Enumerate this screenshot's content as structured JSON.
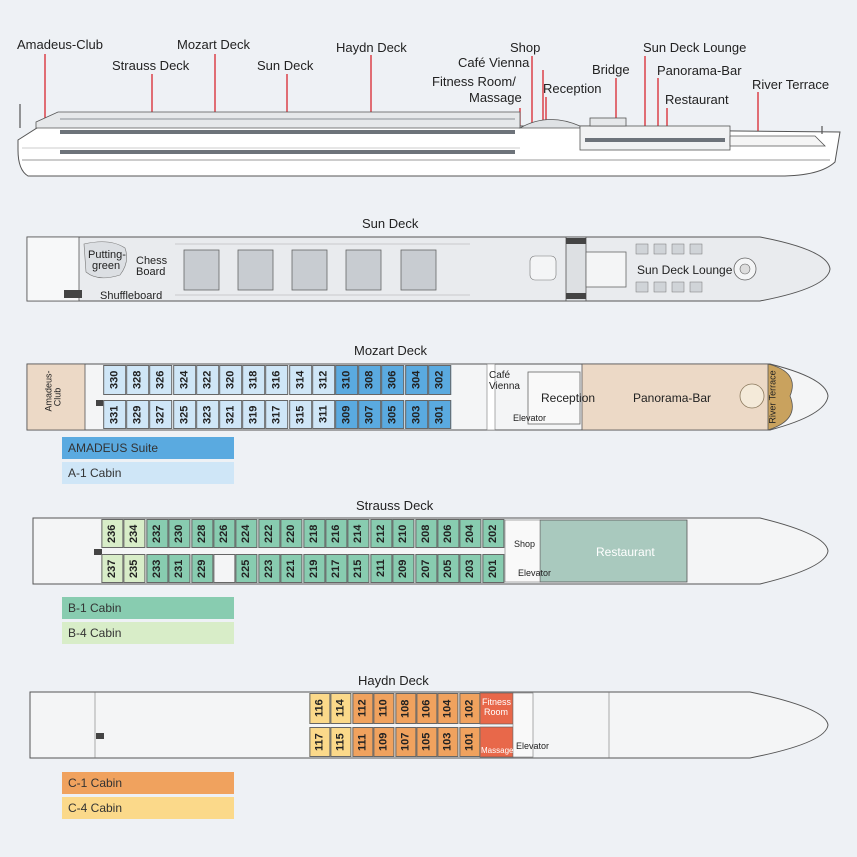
{
  "profile_labels": {
    "amadeus_club": "Amadeus-Club",
    "strauss_deck": "Strauss Deck",
    "mozart_deck": "Mozart Deck",
    "sun_deck": "Sun Deck",
    "haydn_deck": "Haydn Deck",
    "cafe_vienna": "Café Vienna",
    "shop": "Shop",
    "fitness_room_1": "Fitness Room/",
    "fitness_room_2": "Massage",
    "reception": "Reception",
    "bridge": "Bridge",
    "sun_deck_lounge": "Sun Deck Lounge",
    "panorama_bar": "Panorama-Bar",
    "restaurant": "Restaurant",
    "river_terrace": "River Terrace"
  },
  "sun_deck": {
    "title": "Sun Deck",
    "putting_1": "Putting-",
    "putting_2": "green",
    "chess_1": "Chess",
    "chess_2": "Board",
    "shuffleboard": "Shuffleboard",
    "lounge": "Sun Deck Lounge"
  },
  "mozart_deck": {
    "title": "Mozart Deck",
    "club_1": "Amadeus-",
    "club_2": "Club",
    "cafe_1": "Café",
    "cafe_2": "Vienna",
    "elevator": "Elevator",
    "reception": "Reception",
    "panorama_bar": "Panorama-Bar",
    "river_terrace": "River Terrace",
    "top_row": [
      "330",
      "328",
      "326",
      "324",
      "322",
      "320",
      "318",
      "316",
      "314",
      "312",
      "310",
      "308",
      "306",
      "304",
      "302"
    ],
    "bottom_row": [
      "331",
      "329",
      "327",
      "325",
      "323",
      "321",
      "319",
      "317",
      "315",
      "311",
      "309",
      "307",
      "305",
      "303",
      "301"
    ]
  },
  "strauss_deck": {
    "title": "Strauss Deck",
    "shop": "Shop",
    "elevator": "Elevator",
    "restaurant": "Restaurant",
    "top_row": [
      "236",
      "234",
      "232",
      "230",
      "228",
      "226",
      "224",
      "222",
      "220",
      "218",
      "216",
      "214",
      "212",
      "210",
      "208",
      "206",
      "204",
      "202"
    ],
    "bottom_row": [
      "237",
      "235",
      "233",
      "231",
      "229",
      "",
      "225",
      "223",
      "221",
      "219",
      "217",
      "215",
      "211",
      "209",
      "207",
      "205",
      "203",
      "201"
    ]
  },
  "haydn_deck": {
    "title": "Haydn Deck",
    "fitness_1": "Fitness",
    "fitness_2": "Room",
    "massage": "Massage",
    "elevator": "Elevator",
    "top_row": [
      "116",
      "114",
      "112",
      "110",
      "108",
      "106",
      "104",
      "102"
    ],
    "bottom_row": [
      "117",
      "115",
      "111",
      "109",
      "107",
      "105",
      "103",
      "101"
    ]
  },
  "legend": {
    "amadeus_suite": "AMADEUS Suite",
    "a1": "A-1 Cabin",
    "b1": "B-1 Cabin",
    "b4": "B-4 Cabin",
    "c1": "C-1 Cabin",
    "c4": "C-4 Cabin"
  },
  "colors": {
    "amadeus_suite": "#5aaae0",
    "a1": "#cfe6f7",
    "b1": "#88ccb0",
    "b4": "#d8edc8",
    "c1": "#f0a25e",
    "c4": "#fbd98a",
    "marker": "#d9262e"
  }
}
